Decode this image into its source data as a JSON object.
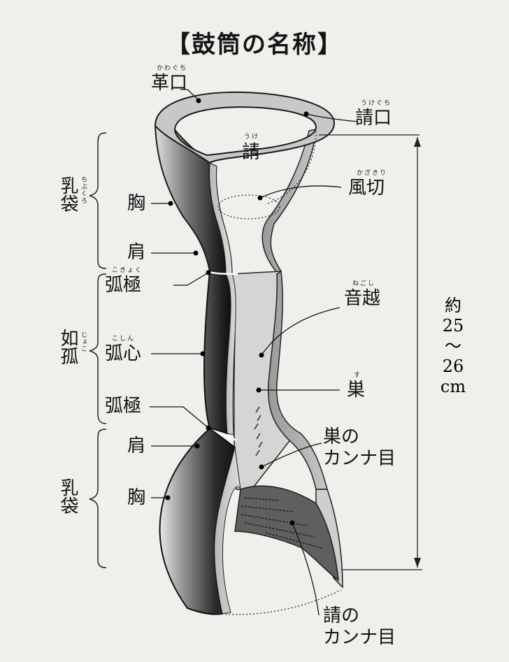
{
  "title": "【鼓筒の名称】",
  "labels": {
    "kawaguchi": {
      "text": "革口",
      "ruby": "かわぐち"
    },
    "ukeguchi": {
      "text": "請口",
      "ruby": "うけぐち"
    },
    "uke": {
      "text": "請",
      "ruby": "うけ"
    },
    "kazakiri": {
      "text": "風切",
      "ruby": "かざきり"
    },
    "chichibukuro_top": {
      "text": "乳袋",
      "ruby": "ちぶくろ"
    },
    "mune_top": {
      "text": "胸"
    },
    "kata_top": {
      "text": "肩"
    },
    "kokyoku_top": {
      "text": "弧極",
      "ruby": "こきょく"
    },
    "joko": {
      "text": "如孤",
      "ruby": "じょこ"
    },
    "koshin": {
      "text": "弧心",
      "ruby": "こしん"
    },
    "kokyoku_bottom": {
      "text": "弧極"
    },
    "kata_bottom": {
      "text": "肩"
    },
    "chichibukuro_bottom": {
      "text": "乳袋"
    },
    "mune_bottom": {
      "text": "胸"
    },
    "negoshi": {
      "text": "音越",
      "ruby": "ねごし"
    },
    "su": {
      "text": "巣",
      "ruby": "す"
    },
    "su_kanna": {
      "line1": "巣の",
      "line2": "カンナ目"
    },
    "uke_kanna": {
      "line1": "請の",
      "line2": "カンナ目"
    }
  },
  "dimension": {
    "line1": "約",
    "line2": "25",
    "line3": "〜",
    "line4": "26",
    "line5": "cm"
  }
}
